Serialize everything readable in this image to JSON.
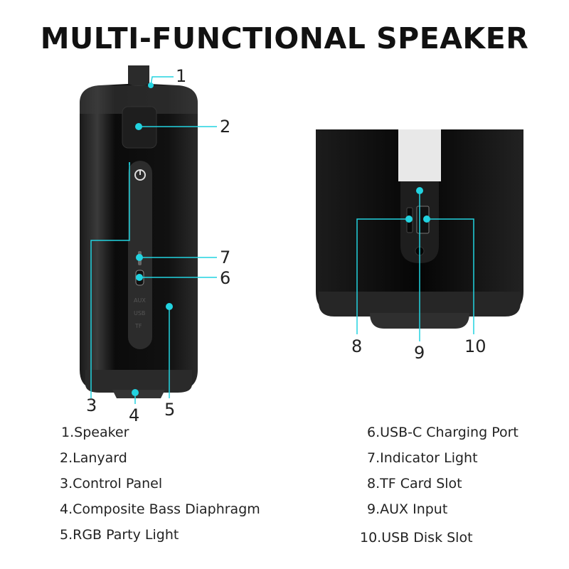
{
  "title": "MULTI-FUNCTIONAL SPEAKER",
  "accent_color": "#22d3e0",
  "left_view": {
    "callouts": [
      "1",
      "2",
      "3",
      "4",
      "5",
      "6",
      "7"
    ],
    "panel_labels": [
      "AUX",
      "USB",
      "TF"
    ]
  },
  "right_view": {
    "callouts": [
      "8",
      "9",
      "10"
    ]
  },
  "legend_left": [
    "1.Speaker",
    "2.Lanyard",
    "3.Control Panel",
    "4.Composite Bass Diaphragm",
    "5.RGB Party Light"
  ],
  "legend_right": [
    "6.USB-C Charging Port",
    "7.Indicator Light",
    "8.TF Card Slot",
    "9.AUX Input",
    "10.USB Disk Slot"
  ]
}
